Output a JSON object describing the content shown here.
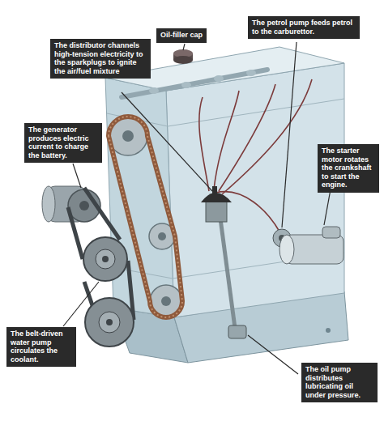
{
  "diagram": {
    "nodes": [
      {
        "text": [
          "The distributor channels high-tension electricity to the sparkplugs to ignite the air/fuel mixture"
        ]
      },
      {
        "text": [
          "Oil-filler cap"
        ]
      },
      {
        "text": [
          "The petrol pump feeds petrol to the carburettor."
        ]
      },
      {
        "text": [
          "The generator produces electric current to charge the battery."
        ]
      },
      {
        "text": [
          "The starter motor rotates the crankshaft to start the engine."
        ]
      },
      {
        "text": [
          "The belt-driven water pump circulates the coolant."
        ]
      },
      {
        "text": [
          "The oil pump distributes lubricating oil under pressure."
        ]
      }
    ]
  }
}
